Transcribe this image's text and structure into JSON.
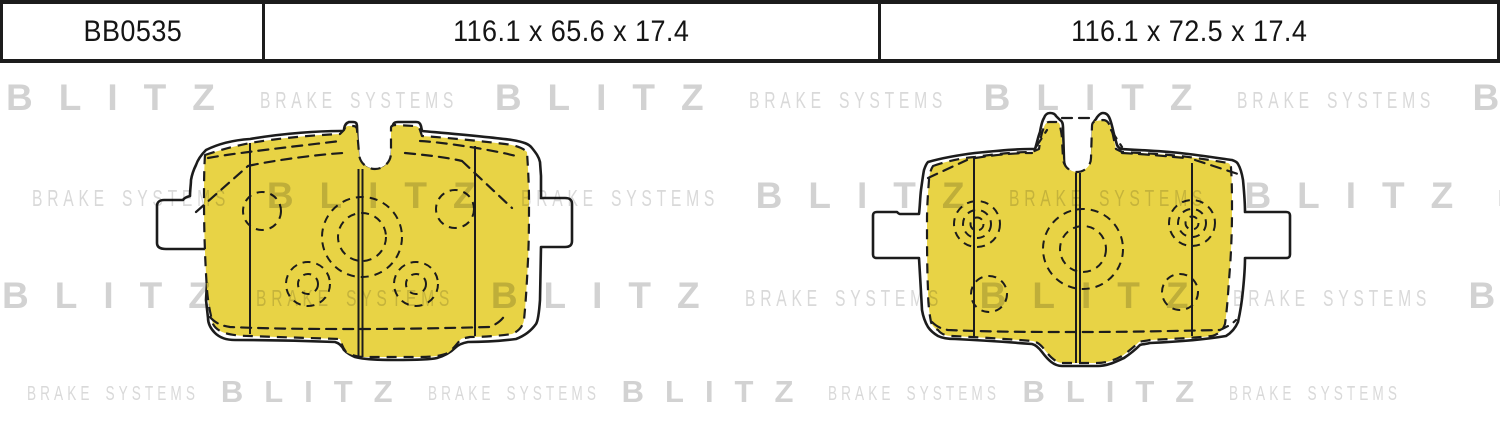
{
  "header": {
    "part_number": "BB0535",
    "left_pad_dimensions": "116.1 x 65.6 x 17.4",
    "right_pad_dimensions": "116.1 x 72.5 x 17.4"
  },
  "watermark": {
    "brand": "BLITZ",
    "tagline": "BRAKE SYSTEMS"
  },
  "colors": {
    "pad_fill": "#e8d345",
    "line": "#1c1c1c",
    "watermark_bold": "#d2d2d2",
    "watermark_light": "#d9d9d9"
  }
}
